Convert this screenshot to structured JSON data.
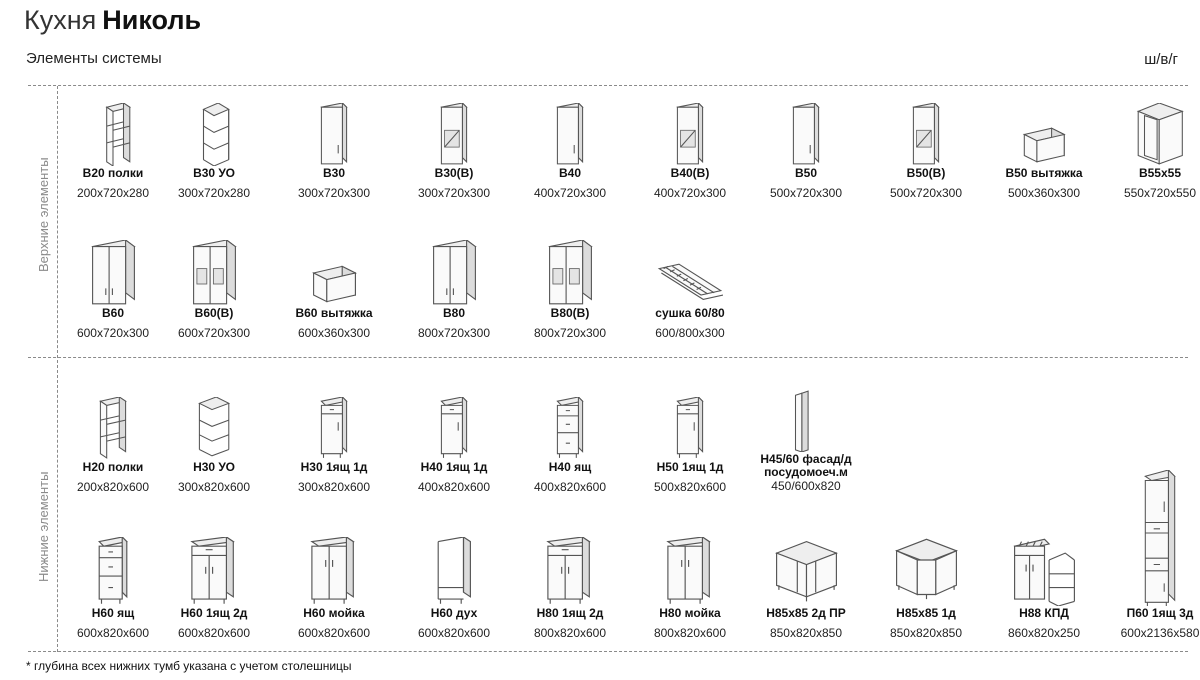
{
  "header": {
    "title_light": "Кухня",
    "title_bold": "Николь",
    "subtitle": "Элементы системы",
    "dims_unit": "ш/в/г"
  },
  "sections": {
    "upper_label": "Верхние элементы",
    "lower_label": "Нижние элементы"
  },
  "upper_items": [
    {
      "name": "В20 полки",
      "size": "200x720x280",
      "icon": "open-shelf-cabinet-icon"
    },
    {
      "name": "В30 УО",
      "size": "300x720x280",
      "icon": "corner-open-shelf-icon"
    },
    {
      "name": "В30",
      "size": "300x720x300",
      "icon": "single-door-cabinet-icon"
    },
    {
      "name": "В30(В)",
      "size": "300x720x300",
      "icon": "glass-door-cabinet-icon"
    },
    {
      "name": "В40",
      "size": "400x720x300",
      "icon": "single-door-cabinet-icon"
    },
    {
      "name": "В40(В)",
      "size": "400x720x300",
      "icon": "glass-door-cabinet-icon"
    },
    {
      "name": "В50",
      "size": "500x720x300",
      "icon": "single-door-cabinet-icon"
    },
    {
      "name": "В50(В)",
      "size": "500x720x300",
      "icon": "glass-door-cabinet-icon"
    },
    {
      "name": "В50 вытяжка",
      "size": "500x360x300",
      "icon": "hood-cabinet-icon"
    },
    {
      "name": "В55x55",
      "size": "550x720x550",
      "icon": "corner-cabinet-icon"
    },
    {
      "name": "В60",
      "size": "600x720x300",
      "icon": "double-door-cabinet-icon"
    },
    {
      "name": "В60(В)",
      "size": "600x720x300",
      "icon": "double-glass-cabinet-icon"
    },
    {
      "name": "В60 вытяжка",
      "size": "600x360x300",
      "icon": "hood-cabinet-icon"
    },
    {
      "name": "В80",
      "size": "800x720x300",
      "icon": "double-door-cabinet-icon"
    },
    {
      "name": "В80(В)",
      "size": "800x720x300",
      "icon": "double-glass-cabinet-icon"
    },
    {
      "name": "сушка 60/80",
      "size": "600/800x300",
      "icon": "dish-rack-icon"
    }
  ],
  "lower_items": [
    {
      "name": "Н20 полки",
      "size": "200x820x600",
      "icon": "open-shelf-base-icon"
    },
    {
      "name": "Н30 УО",
      "size": "300x820x600",
      "icon": "corner-open-base-icon"
    },
    {
      "name": "Н30 1ящ 1д",
      "size": "300x820x600",
      "icon": "drawer-door-base-icon"
    },
    {
      "name": "Н40 1ящ 1д",
      "size": "400x820x600",
      "icon": "drawer-door-base-icon"
    },
    {
      "name": "Н40 ящ",
      "size": "400x820x600",
      "icon": "drawers-base-icon"
    },
    {
      "name": "Н50 1ящ 1д",
      "size": "500x820x600",
      "icon": "drawer-door-base-icon"
    },
    {
      "name": "Н45/60 фасад/д",
      "name2": "посудомоеч.м",
      "size": "450/600x820",
      "icon": "dishwasher-facade-icon"
    },
    {
      "name": "Н60 ящ",
      "size": "600x820x600",
      "icon": "drawers-base-icon"
    },
    {
      "name": "Н60 1ящ 2д",
      "size": "600x820x600",
      "icon": "drawer-two-door-base-icon"
    },
    {
      "name": "Н60 мойка",
      "size": "600x820x600",
      "icon": "sink-base-icon"
    },
    {
      "name": "Н60 дух",
      "size": "600x820x600",
      "icon": "oven-base-icon"
    },
    {
      "name": "Н80 1ящ 2д",
      "size": "800x820x600",
      "icon": "drawer-two-door-base-icon"
    },
    {
      "name": "Н80 мойка",
      "size": "800x820x600",
      "icon": "sink-base-icon"
    },
    {
      "name": "Н85x85 2д ПР",
      "size": "850x820x850",
      "icon": "corner-base-icon"
    },
    {
      "name": "Н85x85 1д",
      "size": "850x820x850",
      "icon": "corner-base-single-icon"
    },
    {
      "name": "Н88 КПД",
      "size": "860x820x250",
      "icon": "bottle-rack-base-icon"
    },
    {
      "name": "П60 1ящ 3д",
      "size": "600x2136x580",
      "icon": "tall-pencil-cabinet-icon"
    }
  ],
  "footnote": "* глубина всех нижних тумб указана с учетом столешницы"
}
